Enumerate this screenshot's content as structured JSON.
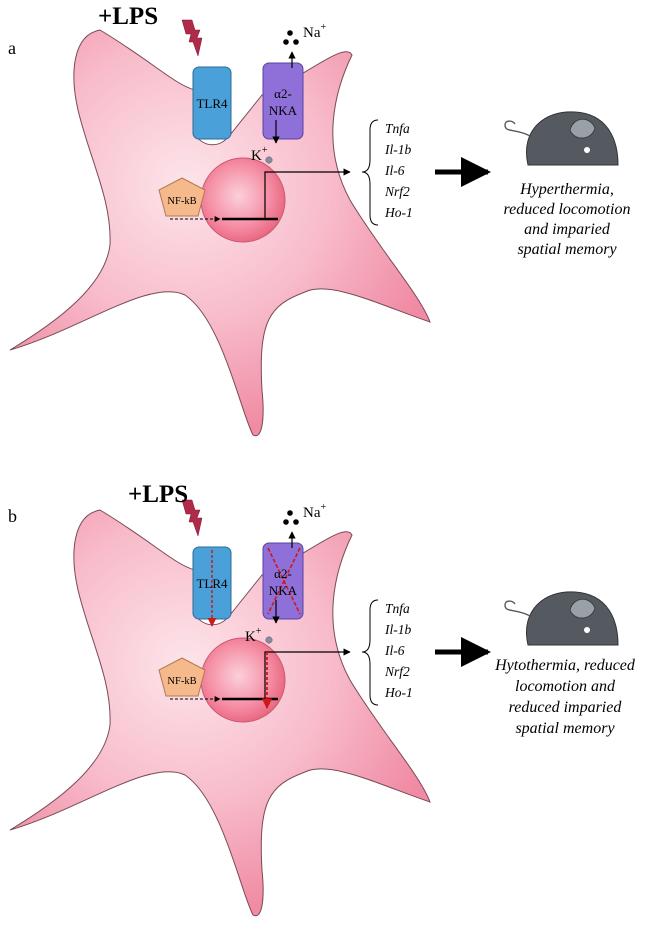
{
  "panels": [
    {
      "label": "a",
      "stimulus": "+LPS",
      "ion_out": "Na",
      "ion_out_sup": "+",
      "ion_in": "K",
      "ion_in_sup": "+",
      "receptor": "TLR4",
      "pump_line1": "α2-",
      "pump_line2": "NKA",
      "tf": "NF-kB",
      "genes": [
        "Tnfa",
        "Il-1b",
        "Il-6",
        "Nrf2",
        "Ho-1"
      ],
      "outcome": [
        "Hyperthermia,",
        "reduced locomotion",
        "and imparied",
        "spatial memory"
      ]
    },
    {
      "label": "b",
      "stimulus": "+LPS",
      "ion_out": "Na",
      "ion_out_sup": "+",
      "ion_in": "K",
      "ion_in_sup": "+",
      "receptor": "TLR4",
      "pump_line1": "α2-",
      "pump_line2": "NKA",
      "tf": "NF-kB",
      "genes": [
        "Tnfa",
        "Il-1b",
        "Il-6",
        "Nrf2",
        "Ho-1"
      ],
      "outcome": [
        "Hytothermia, reduced",
        "locomotion and",
        "reduced imparied",
        "spatial memory"
      ]
    }
  ],
  "colors": {
    "cell_outer": "#f2a3b5",
    "cell_inner": "#fde4ea",
    "nucleus": "#f07c92",
    "tlr4": "#4aa0d8",
    "nka": "#8f6fd8",
    "nfkb": "#f5b98c",
    "lightning": "#b02a4a",
    "mouse": "#555a60",
    "inhibit": "#cc1a1a"
  }
}
